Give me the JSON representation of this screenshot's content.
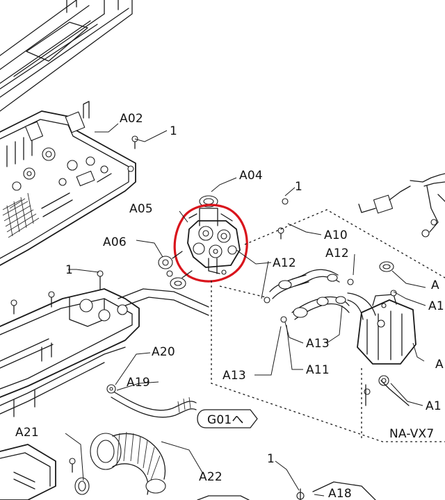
{
  "diagram": {
    "highlight_color": "#d9141c",
    "labels": {
      "a02": "A02",
      "a04": "A04",
      "a05": "A05",
      "a06": "A06",
      "a10": "A10",
      "a11": "A11",
      "a12_left": "A12",
      "a12_right": "A12",
      "a13_mid": "A13",
      "a13_low": "A13",
      "a18": "A18",
      "a19": "A19",
      "a20": "A20",
      "a21": "A21",
      "a22": "A22",
      "screw_1_top": "1",
      "screw_1_mid": "1",
      "screw_1_left": "1",
      "screw_1_bottom": "1",
      "g01_ref": "G01へ",
      "model_ref": "NA-VX7",
      "edge_a_top": "A",
      "edge_a_mid": "A1",
      "edge_a_low": "A",
      "edge_a_bottom": "A1"
    }
  }
}
